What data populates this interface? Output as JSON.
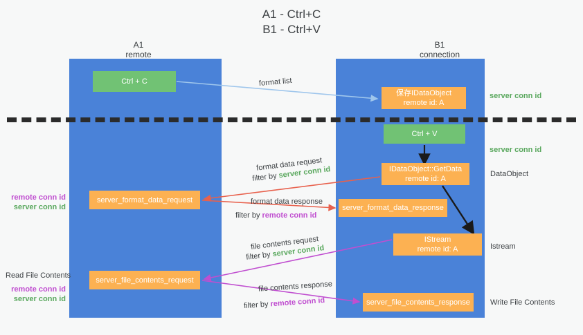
{
  "title": {
    "line1": "A1 - Ctrl+C",
    "line2": "B1 - Ctrl+V"
  },
  "columns": {
    "left": {
      "name": "A1",
      "role": "remote"
    },
    "right": {
      "name": "B1",
      "role": "connection"
    }
  },
  "nodes": {
    "ctrl_c": {
      "label": "Ctrl + C",
      "color": "#71c274"
    },
    "data_object": {
      "line1": "保存IDataObject",
      "line2": "remote id: A",
      "color": "#fcb152"
    },
    "ctrl_v": {
      "label": "Ctrl + V",
      "color": "#71c274"
    },
    "get_data": {
      "line1": "IDataObject::GetData",
      "line2": "remote id: A",
      "color": "#fcb152"
    },
    "istream": {
      "line1": "IStream",
      "line2": "remote id: A",
      "color": "#fcb152"
    },
    "format_data_request": {
      "label": "server_format_data_request",
      "color": "#fcb152"
    },
    "format_data_response": {
      "label": "server_format_data_response",
      "color": "#fcb152"
    },
    "file_contents_request": {
      "label": "server_file_contents_request",
      "color": "#fcb152"
    },
    "file_contents_response": {
      "label": "server_file_contents_response",
      "color": "#fcb152"
    }
  },
  "edge_labels": {
    "format_list": "format list",
    "format_data_request": "format data request",
    "format_data_request_filter_prefix": "filter by ",
    "format_data_request_filter_value": "server conn id",
    "format_data_response": "format data response",
    "format_data_response_filter_prefix": "filter by ",
    "format_data_response_filter_value": "remote conn id",
    "file_contents_request": "file contents request",
    "file_contents_request_filter_prefix": "filter by ",
    "file_contents_request_filter_value": "server conn id",
    "file_contents_response": "file contents response",
    "file_contents_response_filter_prefix": "filter by ",
    "file_contents_response_filter_value": "remote conn id"
  },
  "annotations": {
    "right": {
      "server_conn_id_top": "server conn id",
      "server_conn_id_mid": "server conn id",
      "data_object": "DataObject",
      "istream": "Istream",
      "write_file_contents": "Write File Contents"
    },
    "left": {
      "remote_conn_id_1": "remote conn id",
      "server_conn_id_1": "server conn id",
      "read_file_contents": "Read File Contents",
      "remote_conn_id_2": "remote conn id",
      "server_conn_id_2": "server conn id"
    }
  },
  "colors": {
    "lane": "#4a82d8",
    "green_node": "#71c274",
    "orange_node": "#fcb152",
    "server_conn_text": "#5aa85e",
    "remote_conn_text": "#c04fd0",
    "arrow_light_blue": "#9fc6ec",
    "arrow_red": "#e8614d",
    "arrow_purple": "#c04fd0",
    "arrow_dark": "#1a1a1a",
    "dashed_line": "#2b2b2b",
    "background": "#f7f8f8"
  }
}
